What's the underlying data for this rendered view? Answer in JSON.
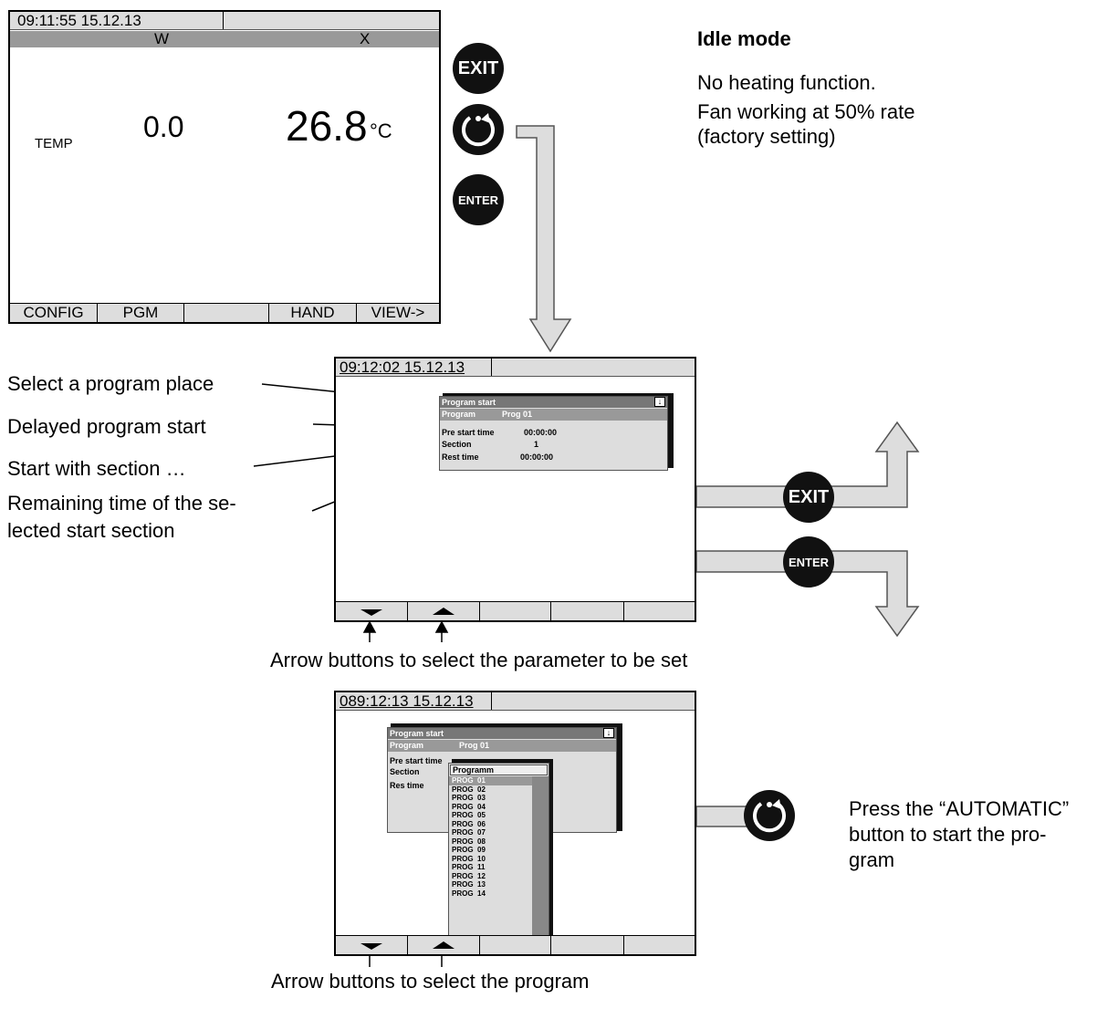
{
  "screen1": {
    "time": "09:11:55  15.12.13",
    "col_w": "W",
    "col_x": "X",
    "temp_label": "TEMP",
    "setpoint": "0.0",
    "actual": "26.8",
    "unit": "°C",
    "softkeys": [
      "CONFIG",
      "PGM",
      "",
      "HAND",
      "VIEW->"
    ]
  },
  "buttons": {
    "exit": "EXIT",
    "enter": "ENTER"
  },
  "idle": {
    "title": "Idle mode",
    "line1": "No heating function.",
    "line2": "Fan working at 50% rate",
    "line3": "(factory setting)"
  },
  "screen2": {
    "time": "09:12:02  15.12.13",
    "dialog": {
      "title": "Program start",
      "rows": [
        {
          "label": "Program",
          "value": "Prog 01"
        },
        {
          "label": "Pre start time",
          "value": "00:00:00"
        },
        {
          "label": "Section",
          "value": "1"
        },
        {
          "label": "Rest time",
          "value": "00:00:00"
        }
      ]
    }
  },
  "annotations": {
    "a1": "Select a program place",
    "a2": "Delayed program start",
    "a3": "Start with section …",
    "a4_line1": "Remaining time of the se-",
    "a4_line2": "lected start section"
  },
  "caption1": "Arrow buttons to select the parameter to be set",
  "screen3": {
    "time": "089:12:13  15.12.13",
    "dialog": {
      "title": "Program start",
      "program_label": "Program",
      "program_value": "Prog 01",
      "rows": [
        "Pre start time",
        "Section",
        "Res time"
      ]
    },
    "list": {
      "title": "Programm",
      "items": [
        "PROG  01",
        "PROG  02",
        "PROG  03",
        "PROG  04",
        "PROG  05",
        "PROG  06",
        "PROG  07",
        "PROG  08",
        "PROG  09",
        "PROG  10",
        "PROG  11",
        "PROG  12",
        "PROG  13",
        "PROG  14"
      ]
    }
  },
  "automatic_note": {
    "line1": "Press the “AUTOMATIC”",
    "line2": "button to start the pro-",
    "line3": "gram"
  },
  "caption2": "Arrow buttons to select the program"
}
